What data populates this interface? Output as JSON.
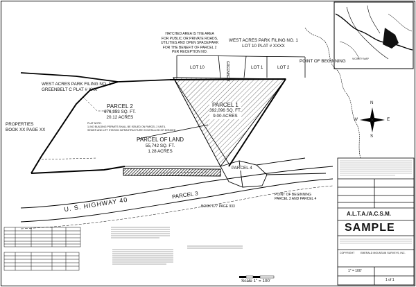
{
  "sheet": {
    "hatched_note": [
      "HATCHED AREA IS THE AREA",
      "FOR PUBLIC OR PRIVATE ROADS,",
      "UTILITIES AND OPEN SPACE/PARK",
      "FOR THE BENEFIT OF PARCEL 2",
      "PER RECEPTION NO."
    ],
    "filing_top": [
      "WEST ACRES PARK FILING NO. 1",
      "LOT 10 PLAT # XXXX"
    ],
    "filing_left": [
      "WEST ACRES PARK FILING NO. 1",
      "GREENBELT C PLAT # XXX"
    ],
    "lots": {
      "lot10": "LOT 10",
      "greenbelt": "GREENBELT",
      "lot1": "LOT 1",
      "lot2": "LOT 2"
    },
    "point_of_beginning": "POINT OF BEGINNING",
    "parcel2": {
      "title": "PARCEL 2",
      "sqft": "676,353 SQ. FT.",
      "acres": "20.12 ACRES"
    },
    "parcel1": {
      "title": "PARCEL 1",
      "sqft": "392,096 SQ. FT.",
      "acres": "9.00 ACRES"
    },
    "properties": [
      "PROPERTIES",
      "BOOK XX PAGE XX"
    ],
    "plat_note": [
      "PLAT NOTE:",
      "1) NO BUILDING PERMITS SHALL BE ISSUED ON PARCEL 2 UNTIL",
      "SEWER AND LIFT STATION INFRASTRUCTURE IS INSTALLED OR BONDED"
    ],
    "parcel_of_land": {
      "title": "PARCEL OF LAND",
      "sqft": "55,742 SQ. FT.",
      "acres": "1.28 ACRES"
    },
    "parcel3": "PARCEL 3",
    "parcel4": "PARCEL 4",
    "highway": "U. S. HIGHWAY 40",
    "book_page": "BOOK 677 PAGE 933",
    "pob2": [
      "POINT OF BEGINNING",
      "PARCEL 3 AND PARCEL 4"
    ],
    "scale": "Scale 1\" = 100'",
    "north": {
      "n": "N",
      "s": "S",
      "e": "E",
      "w": "W"
    },
    "vicinity": "VICINITY MAP",
    "title_block": {
      "alta": "A.L.T.A./A.C.S.M.",
      "sample": "SAMPLE",
      "copyright": "COPYRIGHT",
      "company": "EMERALD MOUNTAIN SURVEYS, INC.",
      "scale_val": "1\" = 100'",
      "sheet_val": "1 of 1"
    }
  }
}
